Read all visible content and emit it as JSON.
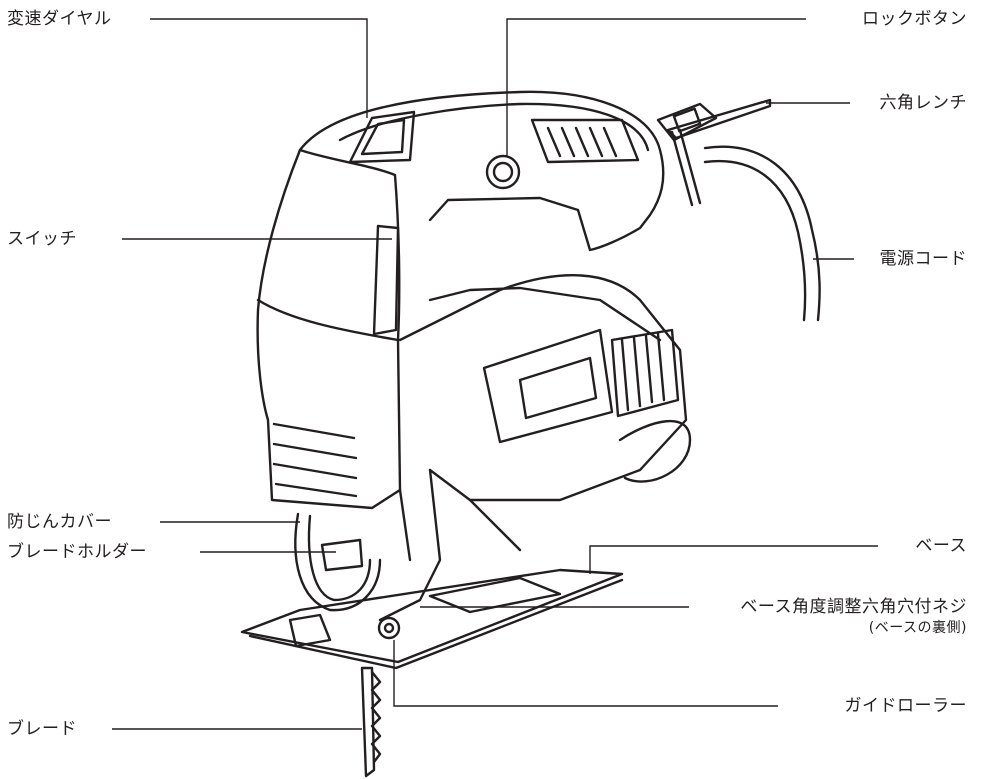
{
  "labels": {
    "speed_dial": "変速ダイヤル",
    "switch": "スイッチ",
    "dust_cover": "防じんカバー",
    "blade_holder": "ブレードホルダー",
    "blade": "ブレード",
    "lock_button": "ロックボタン",
    "hex_wrench": "六角レンチ",
    "power_cord": "電源コード",
    "base": "ベース",
    "base_angle_screw": "ベース角度調整六角穴付ネジ",
    "base_angle_screw_note": "(ベースの裏側)",
    "guide_roller": "ガイドローラー"
  }
}
